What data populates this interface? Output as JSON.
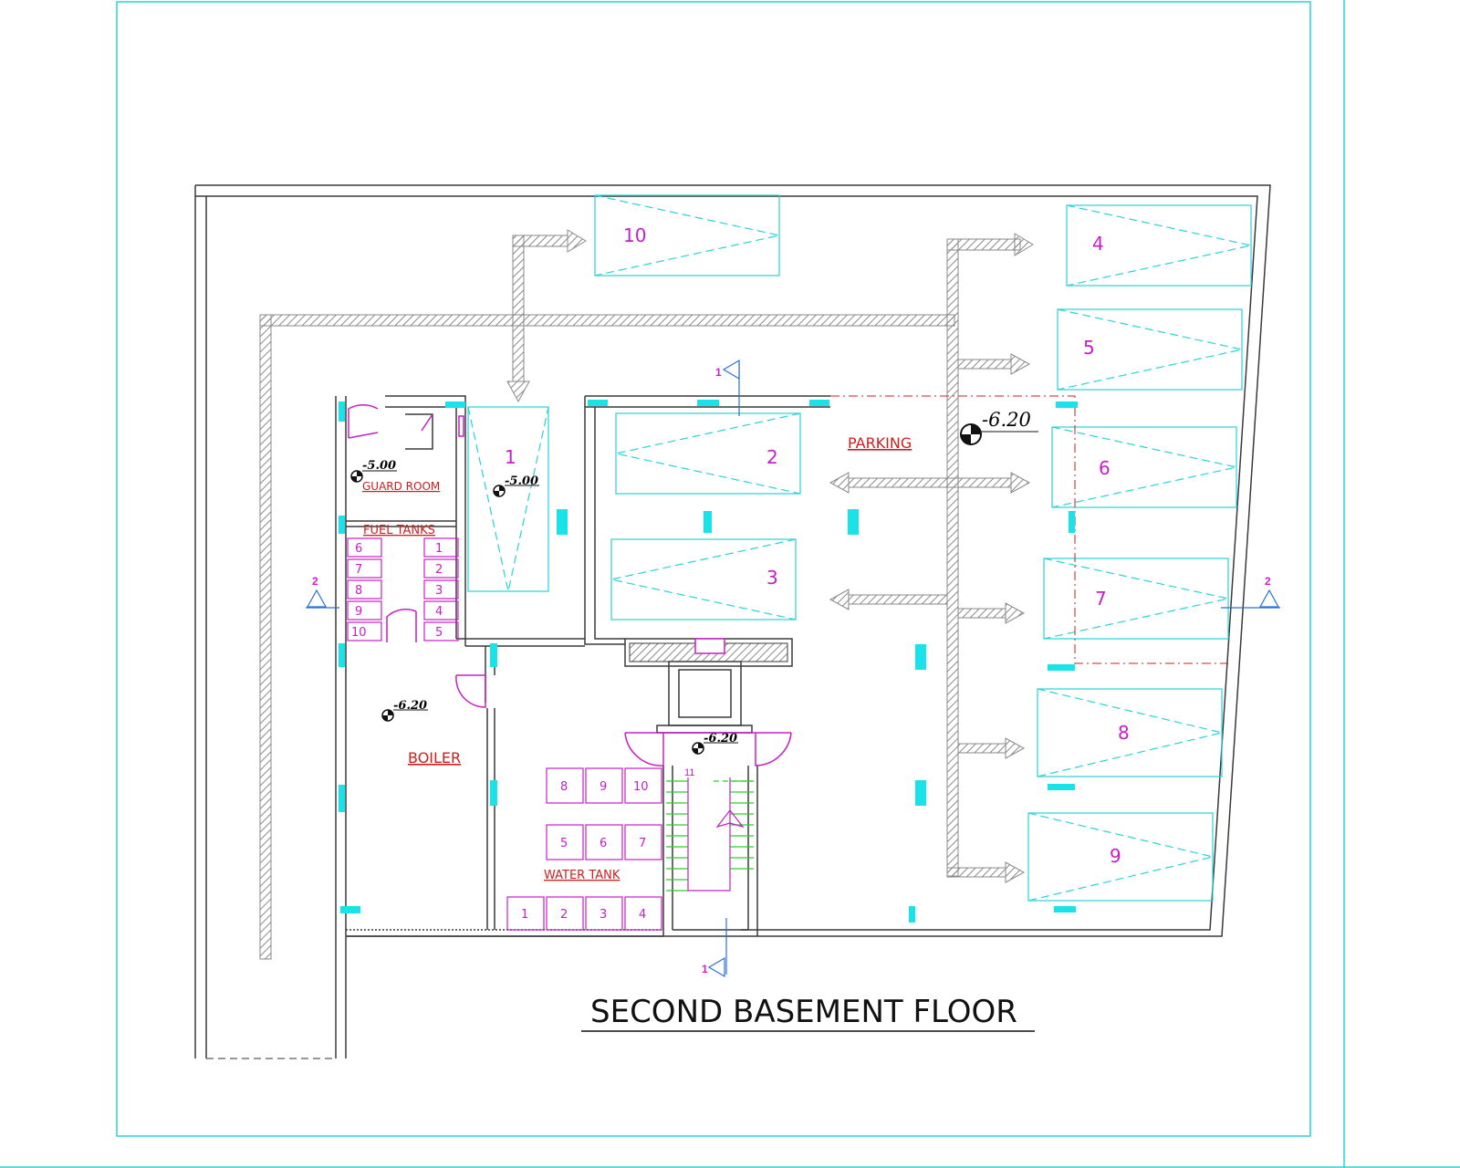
{
  "drawing": {
    "title": "SECOND BASEMENT FLOOR",
    "colors": {
      "border": "#28d3d8",
      "wall": "#3a3a3a",
      "stall": "#28d3d8",
      "label_red": "#cc1f1f",
      "magenta": "#c81ec8",
      "column": "#19e3e8",
      "stair_green": "#2bd02b",
      "section_marker": "#d21ad2",
      "section_line": "#2a6fd6"
    }
  },
  "rooms": {
    "guard_room": "GUARD ROOM",
    "fuel_tanks": "FUEL TANKS",
    "boiler": "BOILER",
    "water_tank": "WATER TANK",
    "parking": "PARKING"
  },
  "levels": {
    "guard_room": "-5.00",
    "ramp": "-5.00",
    "boiler": "-6.20",
    "stair": "-6.20",
    "parking": "-6.20"
  },
  "stalls": [
    "1",
    "2",
    "3",
    "4",
    "5",
    "6",
    "7",
    "8",
    "9",
    "10"
  ],
  "fuel_tank_numbers": [
    "1",
    "2",
    "3",
    "4",
    "5",
    "6",
    "7",
    "8",
    "9",
    "10"
  ],
  "water_tank_numbers": [
    "1",
    "2",
    "3",
    "4",
    "5",
    "6",
    "7",
    "8",
    "9",
    "10"
  ],
  "section_markers": {
    "section_1": "1",
    "section_2": "2"
  },
  "stair_mark": "11"
}
